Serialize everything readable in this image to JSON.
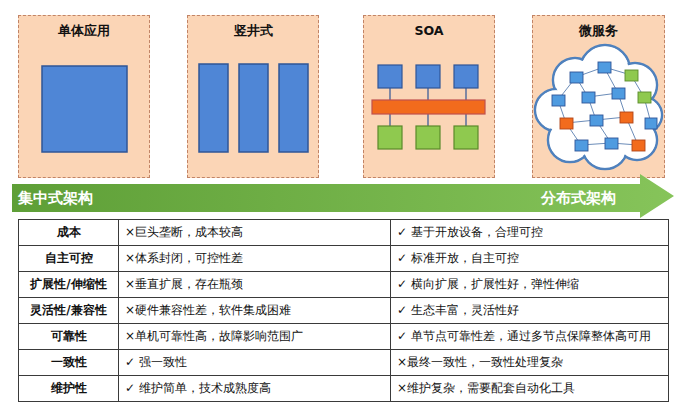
{
  "diagram": {
    "nodes": [
      {
        "text": [
          "单体应用"
        ]
      },
      {
        "text": [
          "竖井式"
        ]
      },
      {
        "text": [
          "SOA"
        ]
      },
      {
        "text": [
          "微服务"
        ]
      },
      {
        "text": [
          "集中式架构",
          "分布式架构"
        ]
      }
    ],
    "labels": [
      "成本",
      "×巨头垄断，成本较高",
      "✓ 基于开放设备，合理可控",
      "自主可控",
      "×体系封闭，可控性差",
      "✓ 标准开放，自主可控",
      "扩展性/伸缩性",
      "×垂直扩展，存在瓶颈",
      "✓ 横向扩展，扩展性好，弹性伸缩",
      "灵活性/兼容性",
      "×硬件兼容性差，软件集成困难",
      "✓ 生态丰富，灵活性好",
      "可靠性",
      "×单机可靠性高，故障影响范围广",
      "✓ 单节点可靠性差，通过多节点保障整体高可用",
      "一致性",
      "✓ 强一致性",
      "×最终一致性，一致性处理复杂",
      "维护性",
      "✓ 维护简单，技术成熟度高",
      "×维护复杂，需要配套自动化工具"
    ]
  }
}
